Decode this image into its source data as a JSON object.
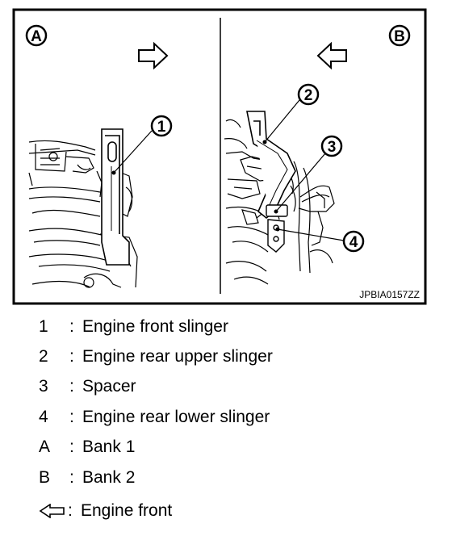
{
  "figure": {
    "panel_left_label": "A",
    "panel_right_label": "B",
    "callouts": [
      "1",
      "2",
      "3",
      "4"
    ],
    "code": "JPBIA0157ZZ"
  },
  "legend": {
    "items": [
      {
        "key": "1",
        "sep": ":",
        "text": "Engine front slinger"
      },
      {
        "key": "2",
        "sep": ":",
        "text": "Engine rear upper slinger"
      },
      {
        "key": "3",
        "sep": ":",
        "text": "Spacer"
      },
      {
        "key": "4",
        "sep": ":",
        "text": "Engine rear lower slinger"
      },
      {
        "key": "A",
        "sep": ":",
        "text": "Bank 1"
      },
      {
        "key": "B",
        "sep": ":",
        "text": "Bank 2"
      }
    ],
    "arrow_item": {
      "icon": "arrow-left-icon",
      "sep": ":",
      "text": "Engine front"
    }
  }
}
